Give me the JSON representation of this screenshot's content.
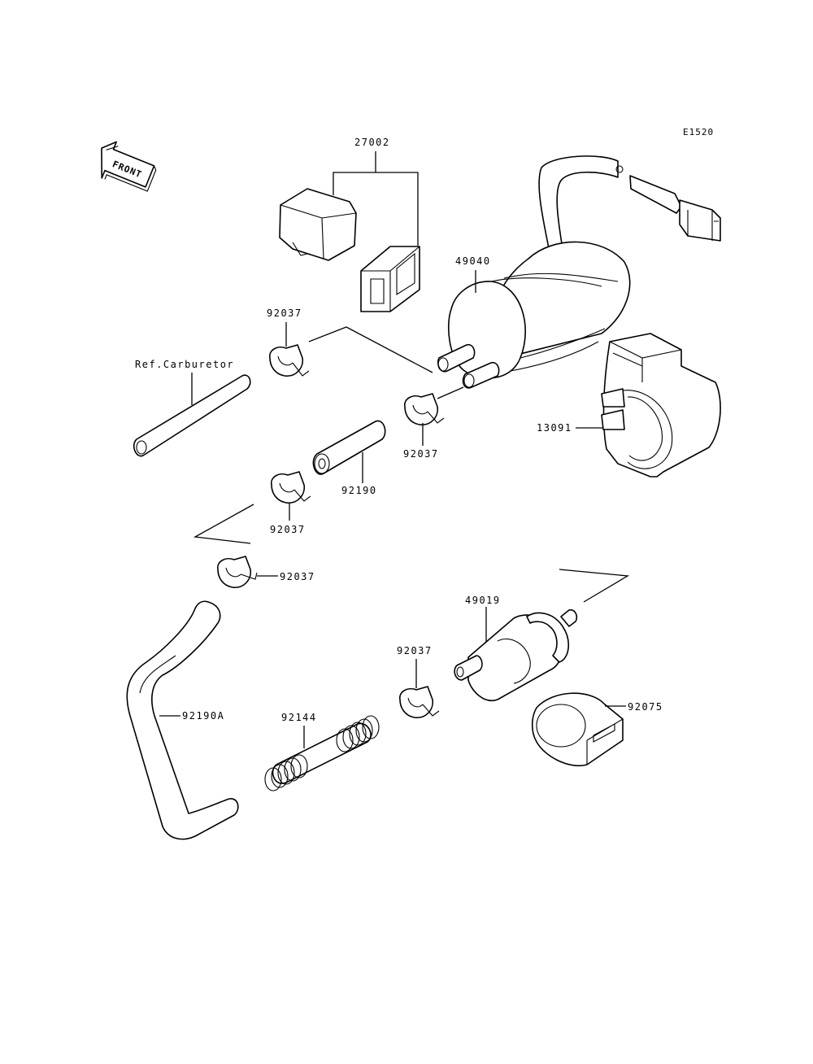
{
  "diagram": {
    "code": "E1520",
    "front_label": "FRONT",
    "colors": {
      "ink": "#000000",
      "paper": "#ffffff"
    },
    "labels": {
      "relay": "27002",
      "fuel_pump": "49040",
      "clamp_a": "92037",
      "clamp_b": "92037",
      "clamp_c": "92037",
      "clamp_d": "92037",
      "clamp_e": "92037",
      "ref_carburetor": "Ref.Carburetor",
      "hose_short": "92190",
      "bracket": "13091",
      "fuel_filter": "49019",
      "hose_long": "92190A",
      "spring": "92144",
      "damper": "92075"
    }
  }
}
